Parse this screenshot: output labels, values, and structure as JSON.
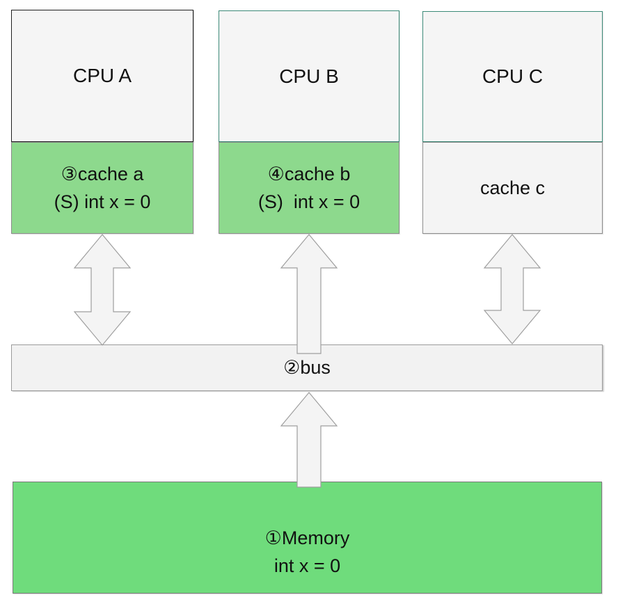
{
  "cpu_a": {
    "label": "CPU A"
  },
  "cpu_b": {
    "label": "CPU B"
  },
  "cpu_c": {
    "label": "CPU C"
  },
  "cache_a": {
    "line1": "③cache a",
    "line2": "(S) int x = 0"
  },
  "cache_b": {
    "line1": "④cache b",
    "line2": "(S)  int x = 0"
  },
  "cache_c": {
    "label": "cache c"
  },
  "bus": {
    "label": "②bus"
  },
  "memory": {
    "line1": "①Memory",
    "line2": "int x = 0"
  },
  "colors": {
    "cache_highlight_green": "#8dd98d",
    "memory_green": "#6fdc7c",
    "cpu_fill_gray": "#f5f5f5",
    "bus_fill_gray": "#f2f2f2",
    "cpu_bc_border_teal": "#3c8a78",
    "cpu_a_border_black": "#1f1f1f",
    "gray_border": "#8c8c8c",
    "arrow_fill": "#f4f4f4",
    "arrow_stroke": "#9e9e9e",
    "text_color": "#111111"
  }
}
